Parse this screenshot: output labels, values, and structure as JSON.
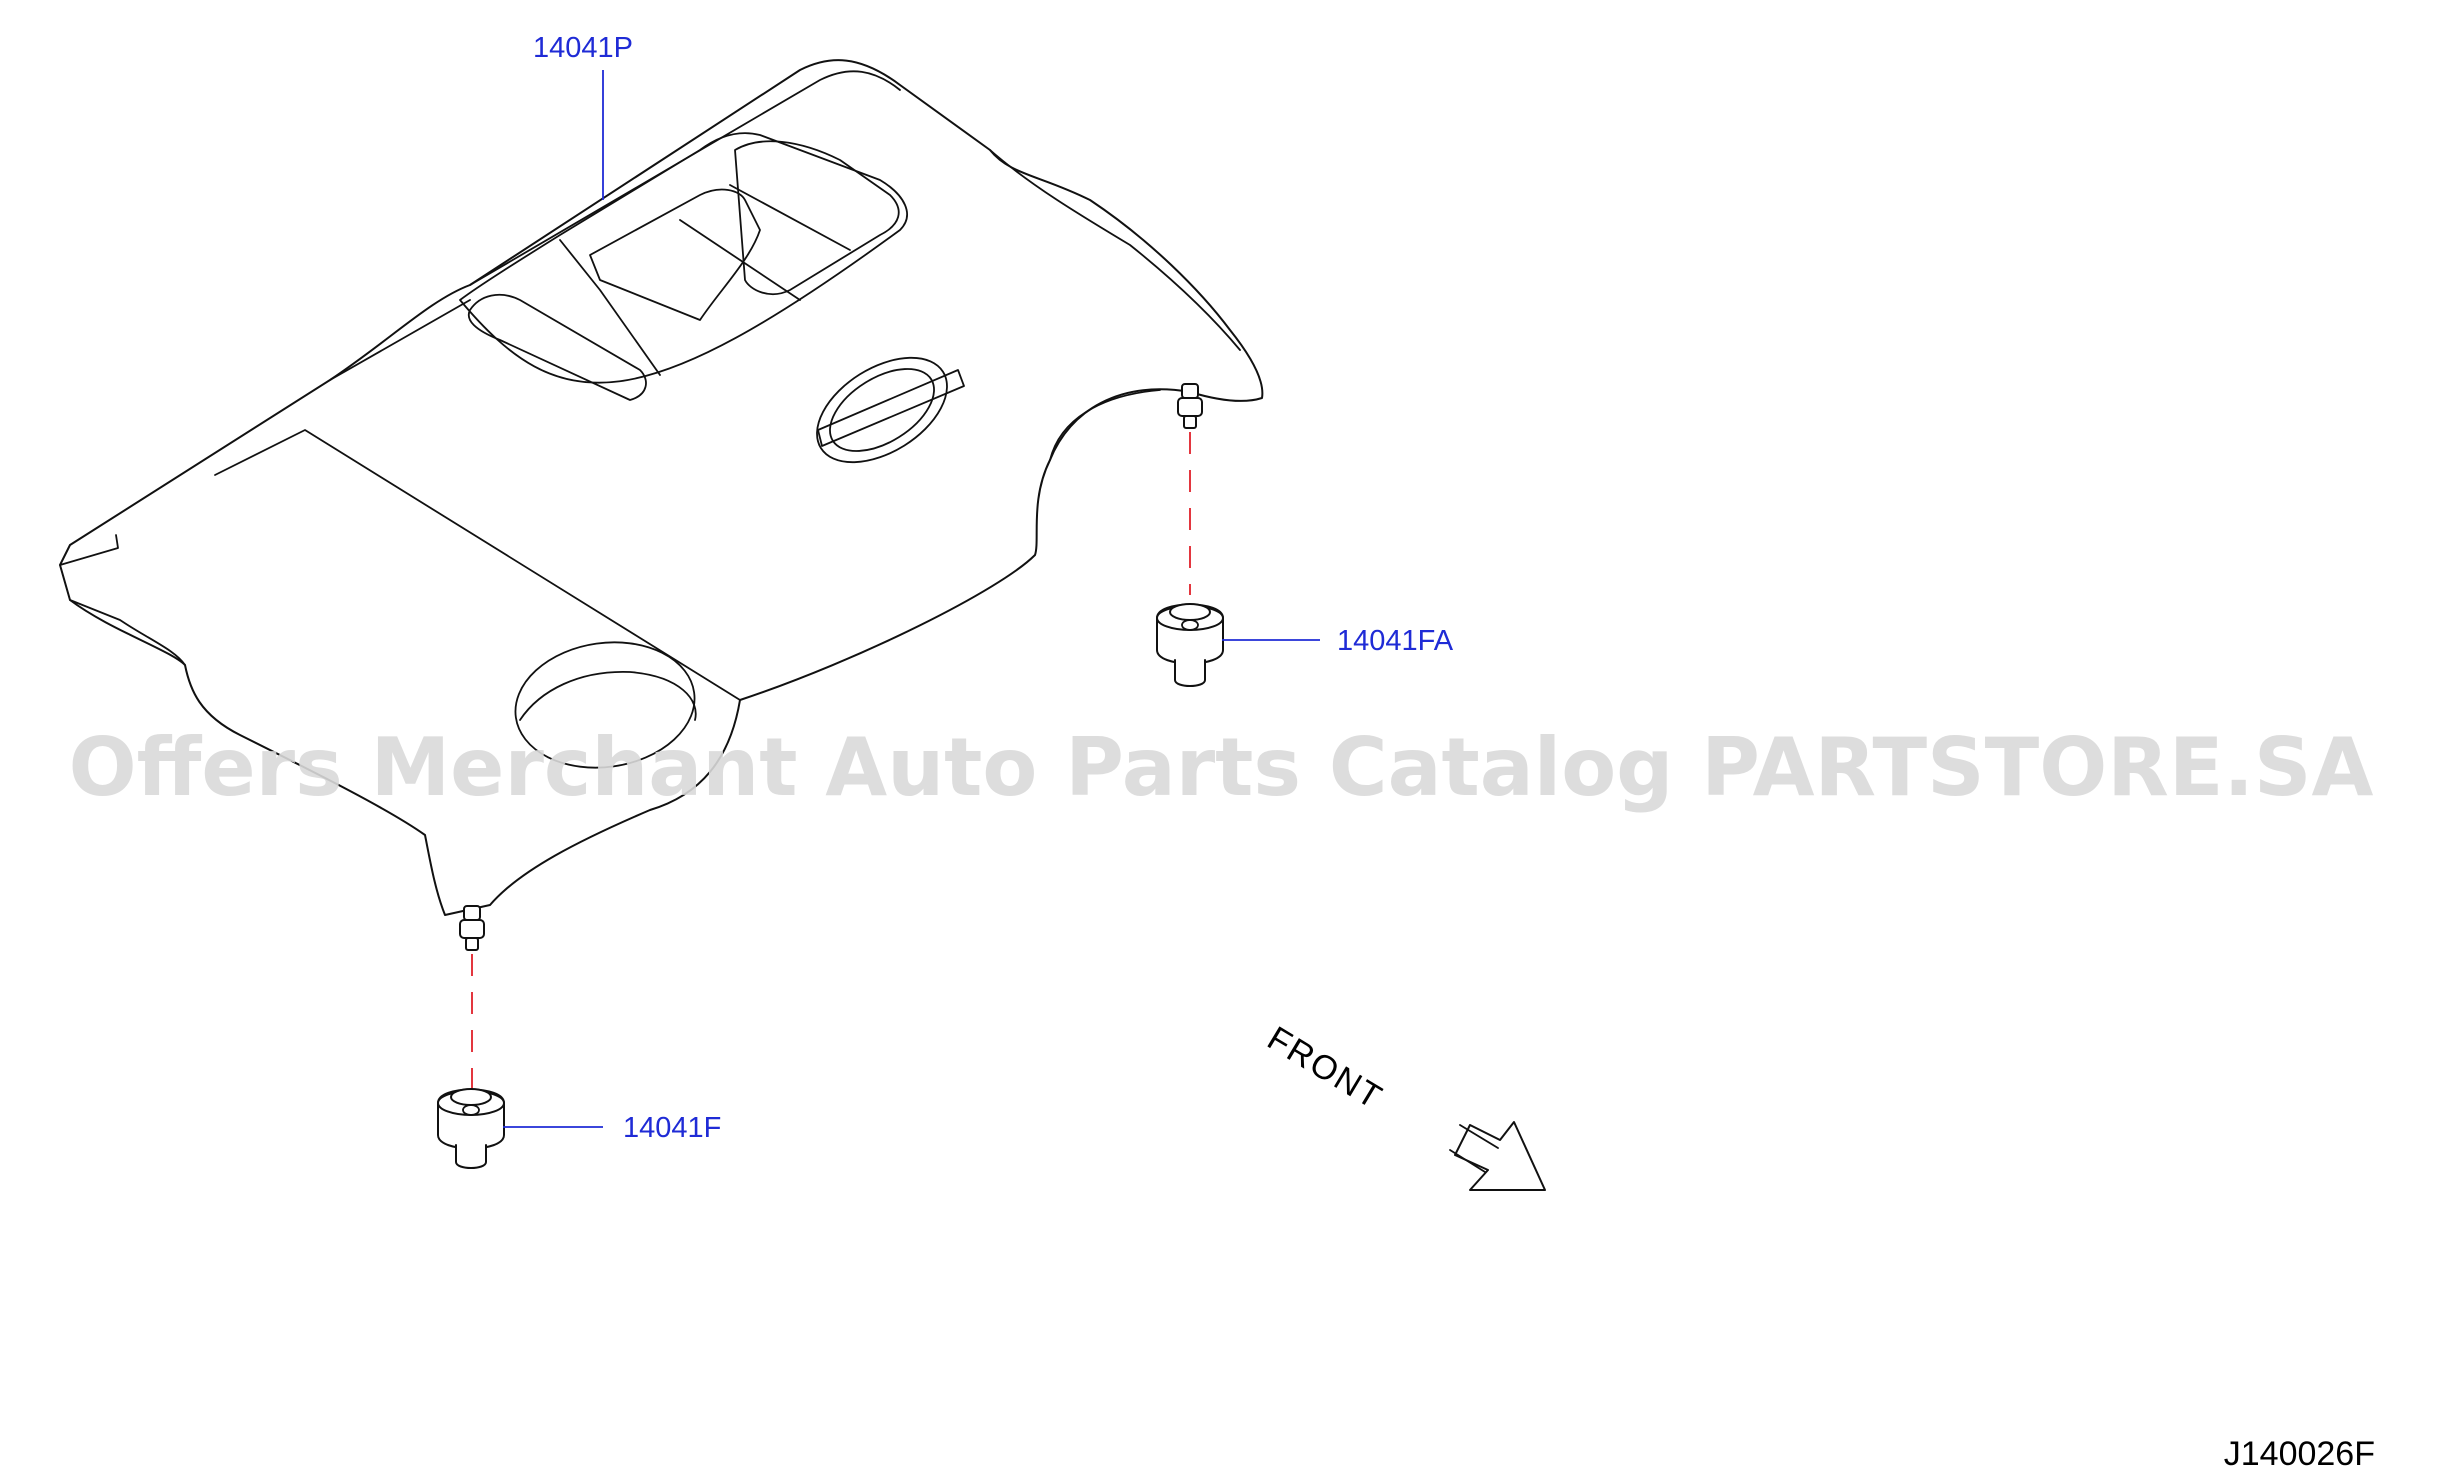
{
  "callouts": {
    "engine_cover": "14041P",
    "grommet_right": "14041FA",
    "grommet_left": "14041F"
  },
  "direction_label": "FRONT",
  "watermark": "Offers Merchant Auto Parts Catalog PARTSTORE.SA",
  "diagram_id": "J140026F",
  "colors": {
    "callout_text": "#1f2bd6",
    "fastener_axis": "#e0202a",
    "line_art": "#111111",
    "watermark": "#d9d9d9"
  }
}
